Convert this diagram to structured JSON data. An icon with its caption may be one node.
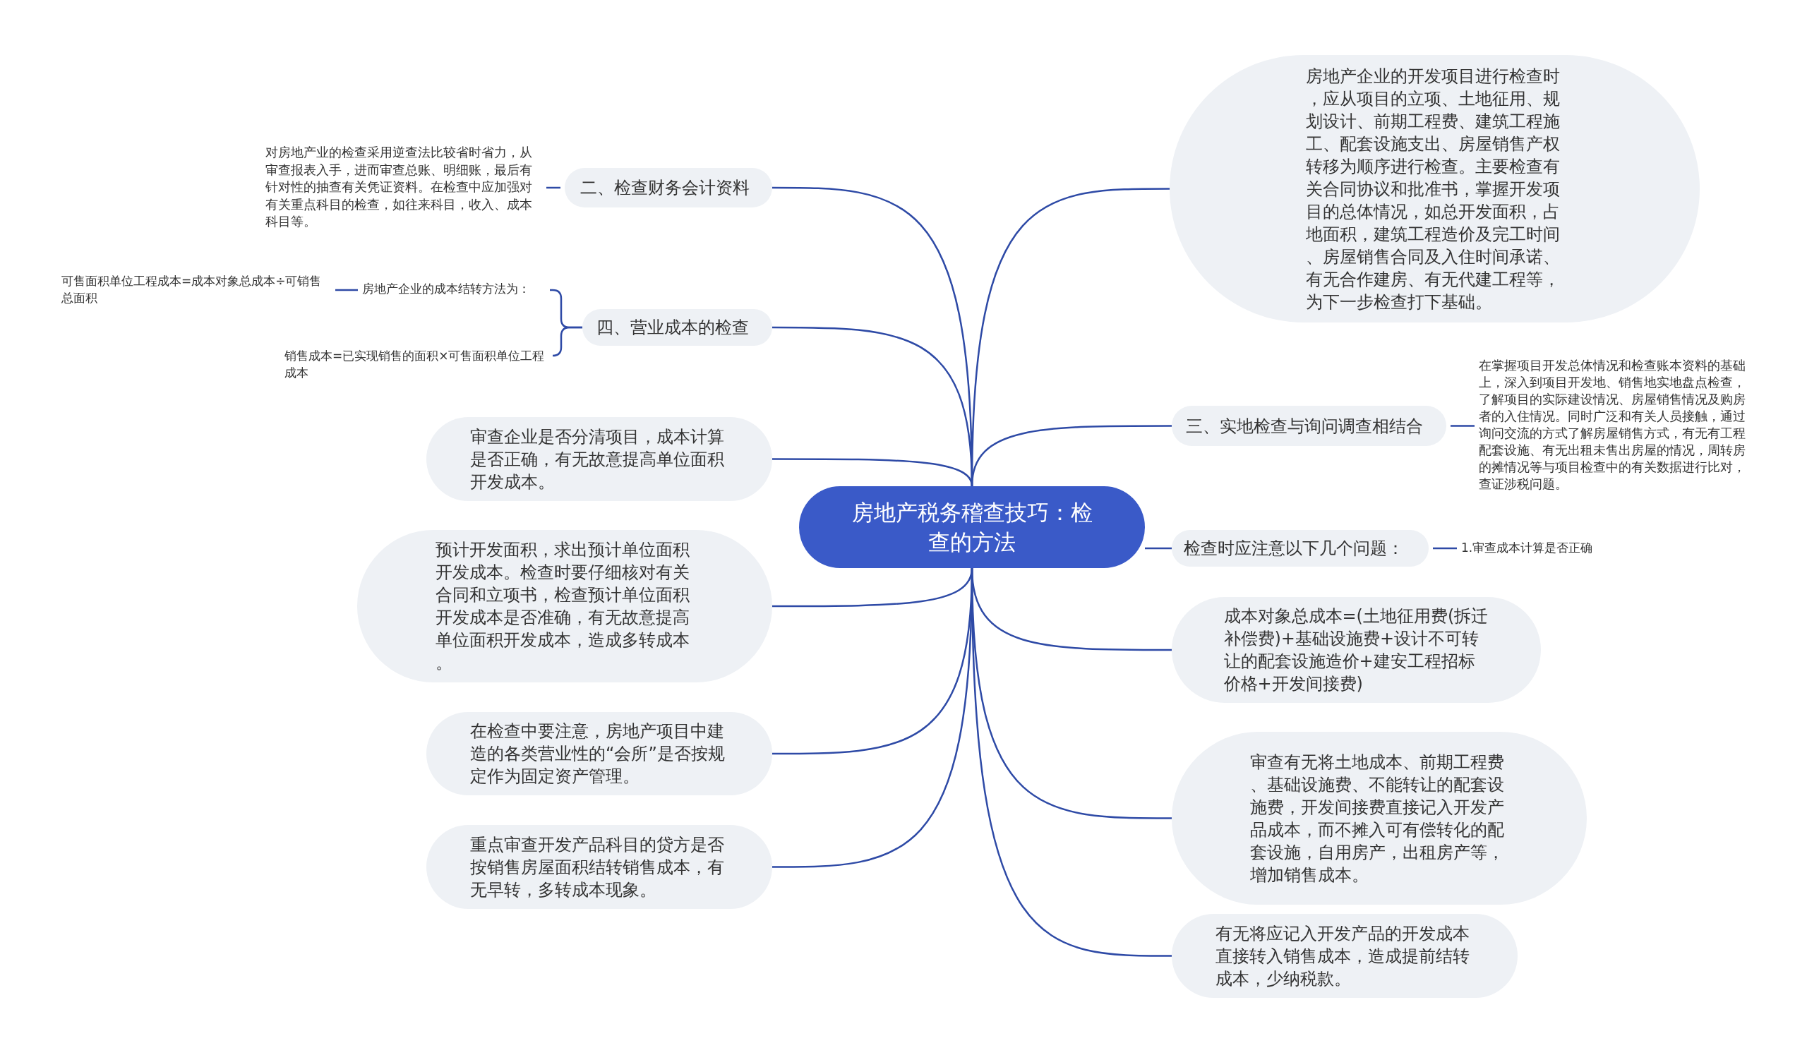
{
  "diagram": {
    "nodes": [
      {
        "text": [
          "房地产税务稽查技巧：检查的方法"
        ]
      },
      {
        "text": [
          "二、检查财务会计资料"
        ]
      },
      {
        "text": [
          "对房地产业的检查采用逆查法比较省时省力，从审查报表入手，进而审查总账、明细账，最后有针对性的抽查有关凭证资料。在检查中应加强对有关重点科目的检查，如往来科目，收入、成本科目等。"
        ]
      },
      {
        "text": [
          "四、营业成本的检查"
        ]
      },
      {
        "text": [
          "房地产企业的成本结转方法为："
        ]
      },
      {
        "text": [
          "可售面积单位工程成本=成本对象总成本÷可销售总面积"
        ]
      },
      {
        "text": [
          "销售成本=已实现销售的面积×可售面积单位工程成本"
        ]
      },
      {
        "text": [
          "审查企业是否分清项目，成本计算是否正确，有无故意提高单位面积开发成本。"
        ]
      },
      {
        "text": [
          "预计开发面积，求出预计单位面积开发成本。检查时要仔细核对有关合同和立项书，检查预计单位面积开发成本是否准确，有无故意提高单位面积开发成本，造成多转成本。"
        ]
      },
      {
        "text": [
          "在检查中要注意，房地产项目中建造的各类营业性的“会所”是否按规定作为固定资产管理。"
        ]
      },
      {
        "text": [
          "重点审查开发产品科目的贷方是否按销售房屋面积结转销售成本，有无早转，多转成本现象。"
        ]
      },
      {
        "text": [
          "房地产企业的开发项目进行检查时，应从项目的立项、土地征用、规划设计、前期工程费、建筑工程施工、配套设施支出、房屋销售产权转移为顺序进行检查。主要检查有关合同协议和批准书，掌握开发项目的总体情况，如总开发面积，占地面积，建筑工程造价及完工时间、房屋销售合同及入住时间承诺、有无合作建房、有无代建工程等，为下一步检查打下基础。"
        ]
      },
      {
        "text": [
          "三、实地检查与询问调查相结合"
        ]
      },
      {
        "text": [
          "在掌握项目开发总体情况和检查账本资料的基础上，深入到项目开发地、销售地实地盘点检查，了解项目的实际建设情况、房屋销售情况及购房者的入住情况。同时广泛和有关人员接触，通过询问交流的方式了解房屋销售方式，有无有工程配套设施、有无出租未售出房屋的情况，周转房的摊情况等与项目检查中的有关数据进行比对，查证涉税问题。"
        ]
      },
      {
        "text": [
          "检查时应注意以下几个问题："
        ]
      },
      {
        "text": [
          "1.审查成本计算是否正确"
        ]
      },
      {
        "text": [
          "成本对象总成本=(土地征用费(拆迁补偿费)+基础设施费+设计不可转让的配套设施造价+建安工程招标价格+开发间接费)"
        ]
      },
      {
        "text": [
          "审查有无将土地成本、前期工程费、基础设施费、不能转让的配套设施费，开发间接费直接记入开发产品成本，而不摊入可有偿转化的配套设施，自用房产，出租房产等，增加销售成本。"
        ]
      },
      {
        "text": [
          "有无将应记入开发产品的开发成本直接转入销售成本，造成提前结转成本，少纳税款。"
        ]
      }
    ],
    "edges": [
      {
        "from": 0,
        "to": 1,
        "arrow": "none"
      },
      {
        "from": 1,
        "to": 2,
        "arrow": "none"
      },
      {
        "from": 0,
        "to": 3,
        "arrow": "none"
      },
      {
        "from": 3,
        "to": 4,
        "arrow": "none"
      },
      {
        "from": 4,
        "to": 5,
        "arrow": "none"
      },
      {
        "from": 3,
        "to": 6,
        "arrow": "none"
      },
      {
        "from": 0,
        "to": 7,
        "arrow": "none"
      },
      {
        "from": 0,
        "to": 8,
        "arrow": "none"
      },
      {
        "from": 0,
        "to": 9,
        "arrow": "none"
      },
      {
        "from": 0,
        "to": 10,
        "arrow": "none"
      },
      {
        "from": 0,
        "to": 11,
        "arrow": "none"
      },
      {
        "from": 0,
        "to": 12,
        "arrow": "none"
      },
      {
        "from": 12,
        "to": 13,
        "arrow": "none"
      },
      {
        "from": 0,
        "to": 14,
        "arrow": "none"
      },
      {
        "from": 14,
        "to": 15,
        "arrow": "none"
      },
      {
        "from": 0,
        "to": 16,
        "arrow": "none"
      },
      {
        "from": 0,
        "to": 17,
        "arrow": "none"
      },
      {
        "from": 0,
        "to": 18,
        "arrow": "none"
      }
    ]
  }
}
